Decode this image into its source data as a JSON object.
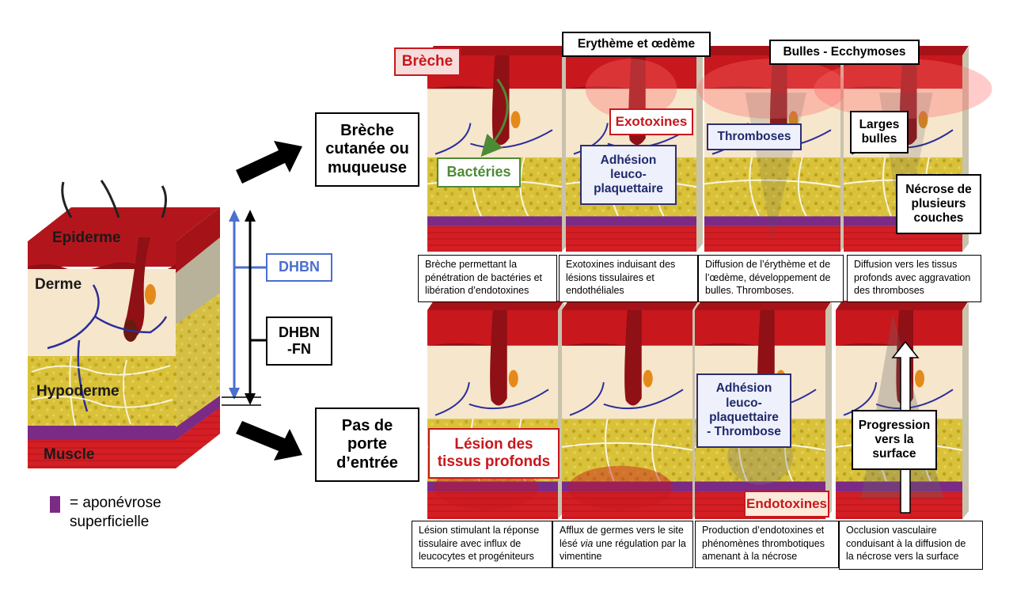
{
  "skin_block": {
    "epiderme": "Epiderme",
    "derme": "Derme",
    "hypoderme": "Hypoderme",
    "muscle": "Muscle"
  },
  "depth_labels": {
    "dhbn": "DHBN",
    "dhbn_fn": "DHBN\n-FN"
  },
  "legend": {
    "text": "= aponévrose\nsuperficielle",
    "color": "#7b2a86"
  },
  "pathways": {
    "top": "Brèche\ncutanée ou\nmuqueuse",
    "bottom": "Pas de\nporte\nd’entrée"
  },
  "top_row": {
    "panel1": {
      "label_breche": "Brèche",
      "label_bacteries": "Bactéries",
      "caption": "Brèche permettant la pénétration de bactéries et libération d’endotoxines"
    },
    "panel2": {
      "header": "Erythème et œdème",
      "label_exotoxines": "Exotoxines",
      "label_adhesion": "Adhésion\nleuco-\nplaquettaire",
      "caption": "Exotoxines induisant des lésions tissulaires et endothéliales"
    },
    "panel3": {
      "header": "Bulles - Ecchymoses",
      "label_thromboses": "Thromboses",
      "caption": "Diffusion de l’érythème et de l’œdème, développement de bulles. Thromboses."
    },
    "panel4": {
      "label_larges": "Larges\nbulles",
      "label_necrose": "Nécrose de\nplusieurs\ncouches",
      "caption": "Diffusion vers les tissus profonds avec aggravation des thromboses"
    }
  },
  "bottom_row": {
    "panel1": {
      "label_lesion": "Lésion des\ntissus profonds",
      "caption": "Lésion stimulant la réponse tissulaire avec influx de leucocytes et progéniteurs"
    },
    "panel2": {
      "caption_pre": "Afflux de germes vers le site lésé ",
      "caption_via": "via",
      "caption_post": " une régulation par la vimentine"
    },
    "panel3": {
      "label_adhesion": "Adhésion\nleuco-\nplaquettaire\n- Thrombose",
      "label_endotoxines": "Endotoxines",
      "caption": "Production d’endotoxines et phénomènes thrombotiques amenant à la nécrose"
    },
    "panel4": {
      "label_progression": "Progression\nvers la\nsurface",
      "caption": "Occlusion vasculaire conduisant à la diffusion de la nécrose vers la surface"
    }
  },
  "colors": {
    "epidermis_red": "#c8171d",
    "dermis_beige": "#f6e6cc",
    "fat_yellow": "#d9c23a",
    "fascia_purple": "#7b2a86",
    "muscle_red": "#d41e24",
    "vessel_blue": "#2b2f9a",
    "dhbn_blue": "#4a6fd0"
  }
}
